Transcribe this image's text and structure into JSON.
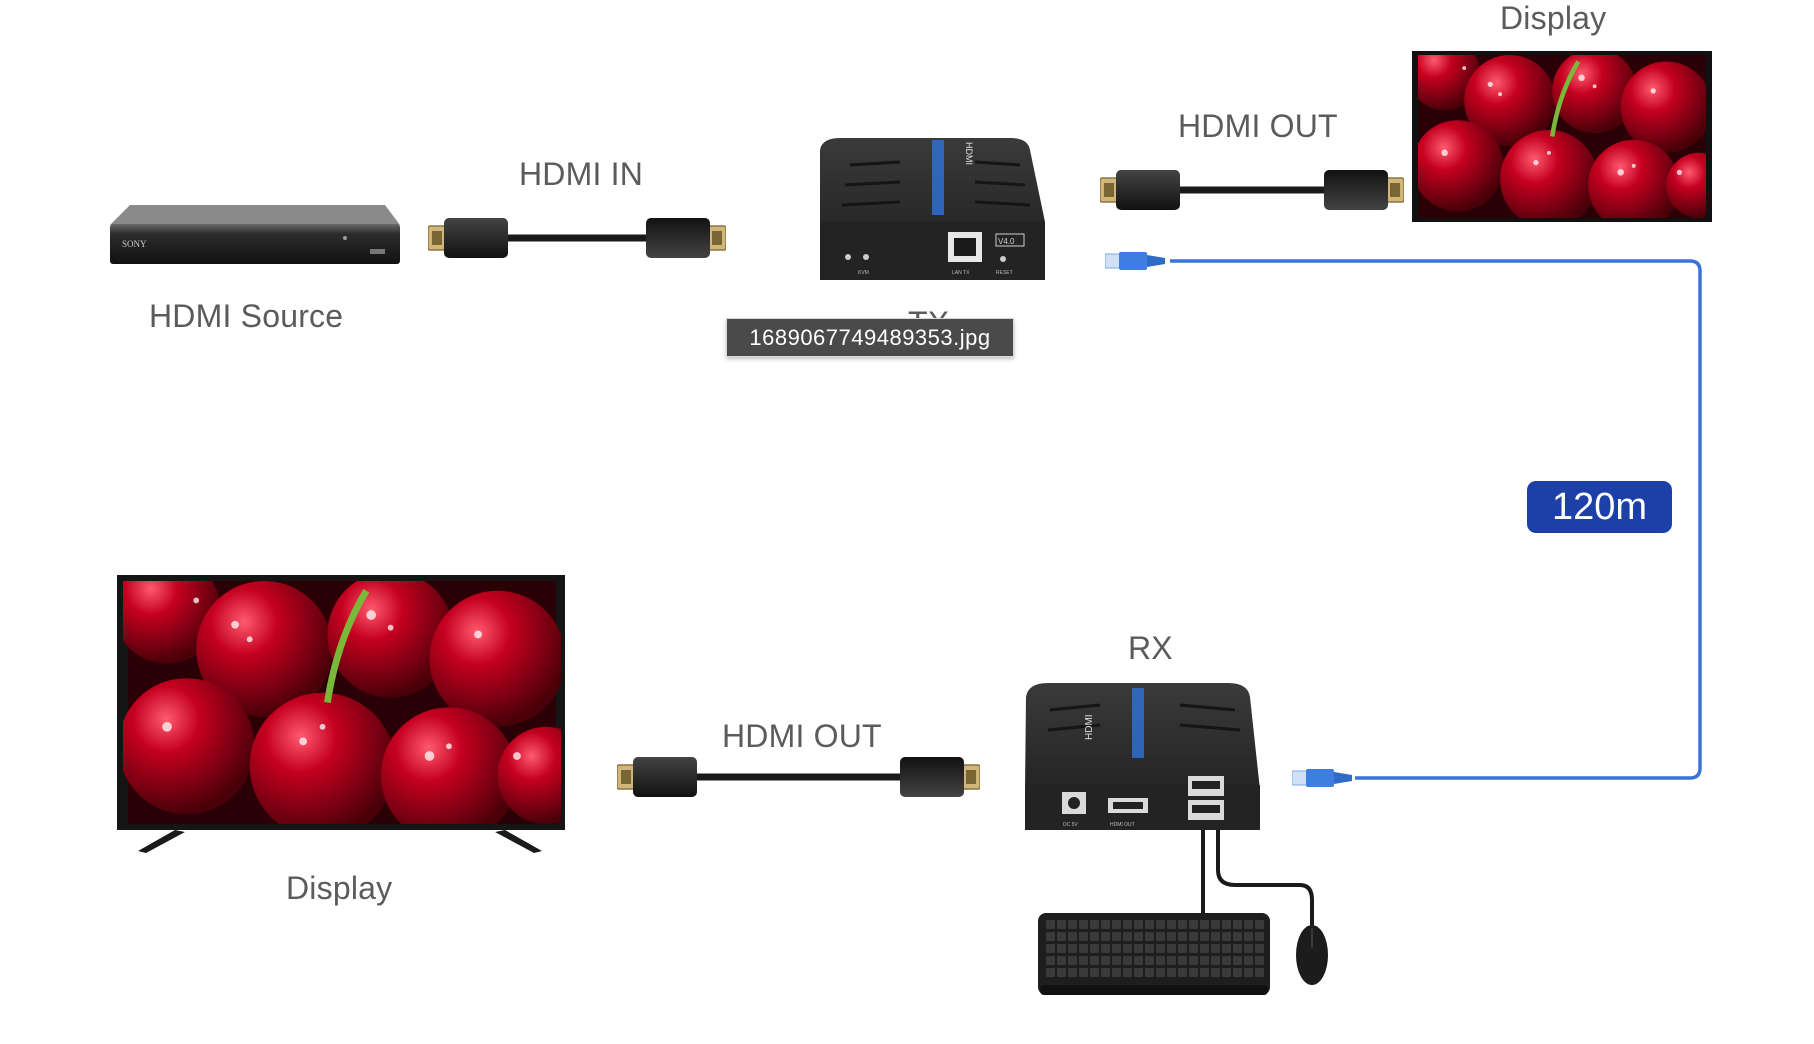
{
  "labels": {
    "hdmi_source": "HDMI Source",
    "hdmi_in": "HDMI IN",
    "tx": "TX",
    "hdmi_out_top": "HDMI OUT",
    "display_top": "Display",
    "display_bottom": "Display",
    "hdmi_out_bottom": "HDMI OUT",
    "rx": "RX"
  },
  "device_text": {
    "player_brand": "SONY",
    "tx_version": "V4.0",
    "tx_port_lan": "LAN TX",
    "tx_port_reset": "RESET",
    "tx_port_kvm": "KVM",
    "rx_port_dc": "DC 5V",
    "rx_port_hdmi": "HDMI OUT",
    "hdmi_logo": "HDMI"
  },
  "distance_badge": "120m",
  "tooltip": "1689067749489353.jpg",
  "colors": {
    "label_text": "#5b5b5b",
    "badge_bg": "#1d3fa8",
    "network_cable": "#3a74d9",
    "device_body": "#2b2b2b",
    "cherry_red": "#a5001b"
  }
}
